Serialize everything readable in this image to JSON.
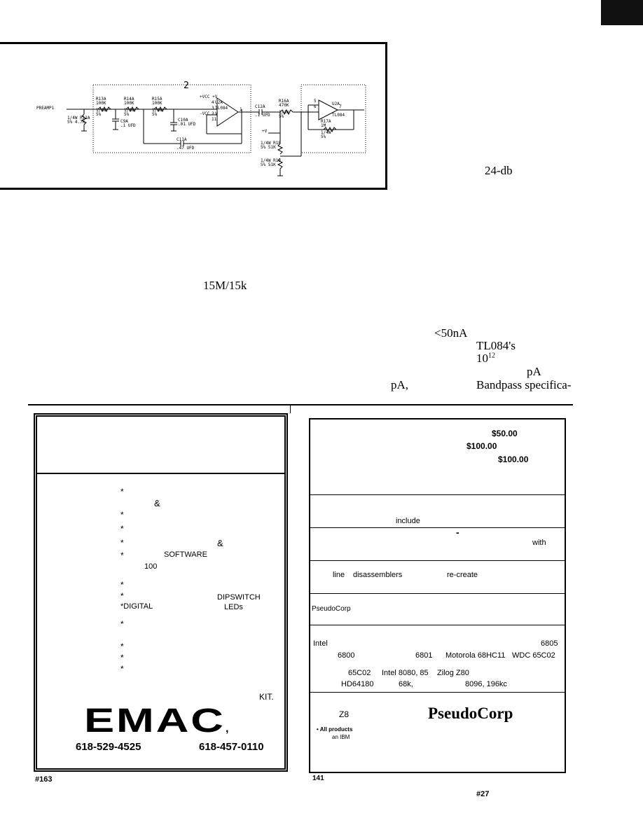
{
  "schematic": {
    "stage_label": "2",
    "preamp_label": "PREAMP1",
    "r13": [
      "R13A",
      "100K",
      "1/4W",
      "5%"
    ],
    "r14": [
      "R14A",
      "100K",
      "1/4W",
      "5%"
    ],
    "r15": [
      "R15A",
      "100K",
      "1/4W",
      "5%"
    ],
    "r12": [
      "1/4W",
      "R12A",
      "5%",
      "4.7K"
    ],
    "c9": [
      "C9A",
      ".1 UFD"
    ],
    "c10": [
      "C10A",
      ".01 UFD"
    ],
    "c11": [
      "C11A",
      ".47 UFD"
    ],
    "c12": [
      "C12A",
      ".1 UFD"
    ],
    "r16": [
      "R16A",
      "470K",
      "1/4W",
      "5%"
    ],
    "r17": [
      "R17A",
      "1M",
      "1/4W",
      "5%"
    ],
    "r18": [
      "1/4W",
      "R18",
      "5%",
      "51K"
    ],
    "r19": [
      "1/4W",
      "R19",
      "5%",
      "51K"
    ],
    "u2a": [
      "+VCC",
      "+V",
      "U2A",
      "TL084",
      "-VCC",
      "-V"
    ],
    "u2a_pins": [
      "4",
      "3",
      "2",
      "11",
      "1"
    ],
    "u2b": [
      "U2A",
      "TL084"
    ],
    "u2b_pins": [
      "5",
      "6",
      "7"
    ],
    "plus_v": "+V"
  },
  "text_fragments": {
    "db": "24-db",
    "ratio": "15M/15k",
    "current": "<50nA",
    "opamp": "TL084's",
    "power": "10",
    "power_exp": "12",
    "pa1": "pA",
    "pa2": "pA,",
    "bandpass": "Bandpass specifica-"
  },
  "emac_ad": {
    "amp": "&",
    "software_amp": "&",
    "software": "SOFTWARE",
    "hundred": "100",
    "dipswitch": "DIPSWITCH",
    "digital": "*DIGITAL",
    "leds": "LEDs",
    "kit": "KIT.",
    "logo": "EMAC",
    "comma": ",",
    "phone1": "618-529-4525",
    "phone2": "618-457-0110",
    "reader_service": "#163"
  },
  "pseudocorp_ad": {
    "price1": "$50.00",
    "price2": "$100.00",
    "price3": "$100.00",
    "include": "include",
    "dash": "-",
    "with": "with",
    "line": "line",
    "disassemblers": "disassemblers",
    "recreate": "re-create",
    "pseudocorp_small": "PseudoCorp",
    "intel": "Intel",
    "m6805": "6805",
    "m6800": "6800",
    "m6801": "6801",
    "hc11": "Motorola 68HC11",
    "wdc": "WDC 65C02",
    "c02": "65C02",
    "intel8080": "Intel 8080, 85",
    "zilog": "Zilog Z80",
    "hd": "HD64180",
    "m68k": "68k,",
    "i8096": "8096, 196kc",
    "z8": "Z8",
    "logo": "PseudoCorp",
    "all_products": "• All products",
    "ibm": "an IBM",
    "reader_service_small": "141",
    "reader_service": "#27"
  }
}
